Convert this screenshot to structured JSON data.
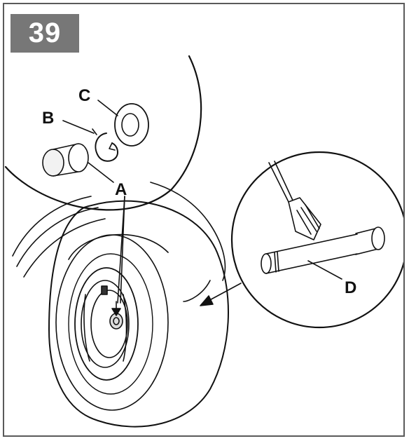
{
  "step": {
    "number": "39"
  },
  "callouts": {
    "a": "A",
    "b": "B",
    "c": "C",
    "d": "D"
  },
  "colors": {
    "frame": "#5a5a5a",
    "badge": "#777777",
    "line": "#111111"
  }
}
